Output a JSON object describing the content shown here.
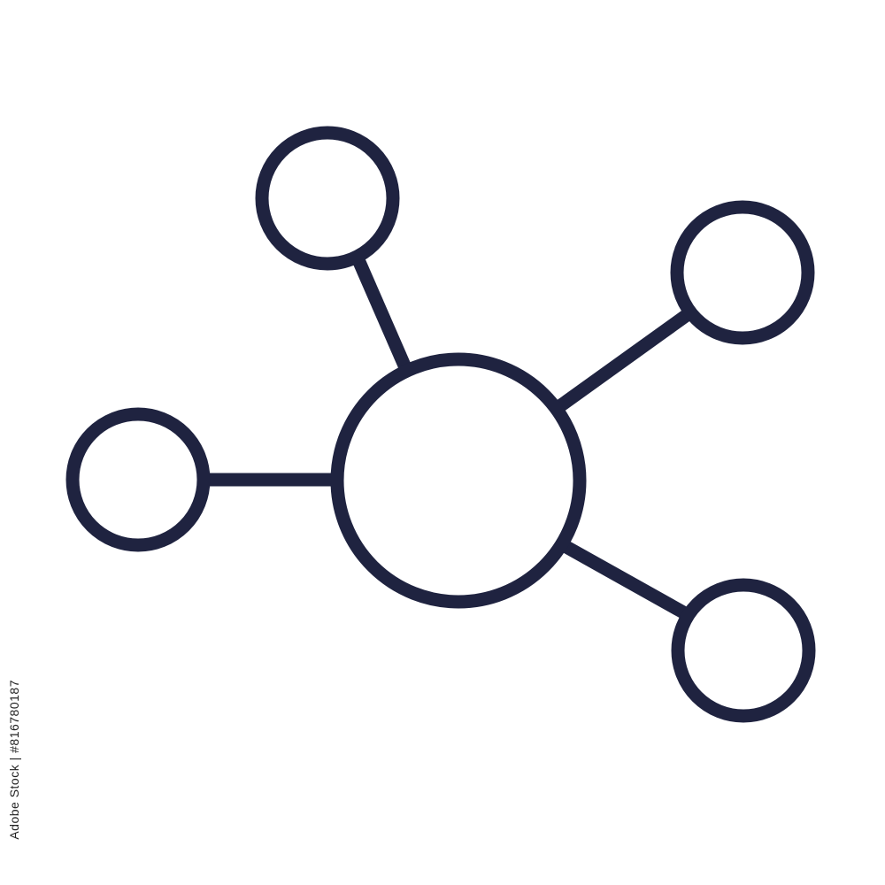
{
  "stock_id": "Adobe Stock | #816780187",
  "colors": {
    "stroke": "#1f2340",
    "background": "#ffffff"
  },
  "icon": {
    "name": "network-hub-icon",
    "description_nodes": [
      "center",
      "top-left",
      "top-right",
      "left",
      "bottom-right"
    ]
  }
}
